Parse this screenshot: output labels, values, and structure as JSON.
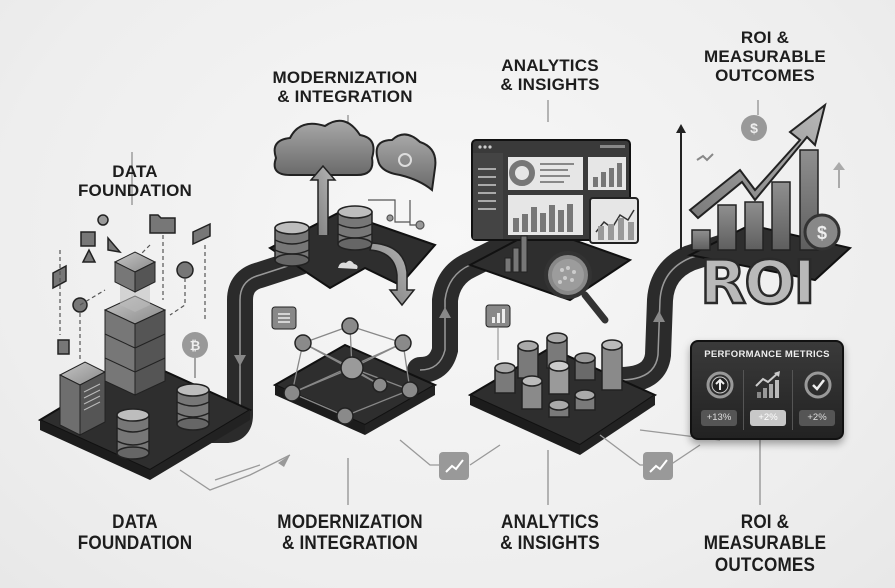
{
  "stages": [
    {
      "id": "data-foundation",
      "line1": "DATA",
      "line2": "FOUNDATION",
      "line3": ""
    },
    {
      "id": "modernization",
      "line1": "MODERNIZATION",
      "line2": "& INTEGRATION",
      "line3": ""
    },
    {
      "id": "analytics",
      "line1": "ANALYTICS",
      "line2": "& INSIGHTS",
      "line3": ""
    },
    {
      "id": "roi",
      "line1": "ROI &",
      "line2": "MEASURABLE",
      "line3": "OUTCOMES"
    }
  ],
  "roi_block": {
    "text": "ROI"
  },
  "performance_metrics": {
    "title": "PERFORMANCE METRICS",
    "items": [
      {
        "icon": "arrow-up-circle-icon",
        "value": "+13%"
      },
      {
        "icon": "bar-chart-trend-icon",
        "value": "+2%"
      },
      {
        "icon": "check-circle-icon",
        "value": "+2%"
      }
    ]
  },
  "icons": {
    "dollar_symbol": "$",
    "connector": "trend-up-icon"
  },
  "colors": {
    "background": "#f1f1f1",
    "platform": "#2e2e2e",
    "road": "#3a3a3a",
    "accent_light": "#9a9a9a",
    "text": "#1d1d1d"
  }
}
